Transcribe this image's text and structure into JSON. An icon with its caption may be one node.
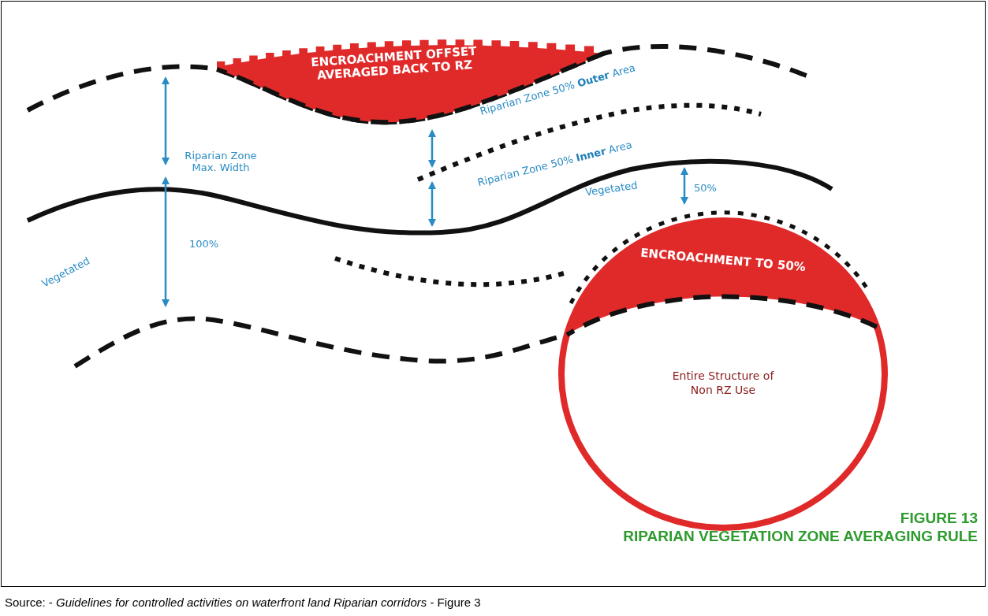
{
  "diagram": {
    "title": "FIGURE 13",
    "caption": "RIPARIAN VEGETATION ZONE AVERAGING RULE",
    "nodes": [
      {
        "text": [
          "ENCROACHMENT OFFSET AVERAGED BACK TO RZ"
        ]
      },
      {
        "text": [
          "Entire Structure of Non RZ Use"
        ]
      },
      {
        "text": [
          "ENCROACHMENT TO 50%"
        ],
        "in": 1
      }
    ],
    "labels": [
      "Riparian Zone Max. Width",
      "Riparian Zone 50% **Outer** Area",
      "Riparian Zone 50% **Inner** Area",
      "Vegetated",
      "50%",
      "Vegetated",
      "100%",
      "Source: - *Guidelines for controlled activities on waterfront land Riparian corridors* - Figure 3"
    ]
  }
}
